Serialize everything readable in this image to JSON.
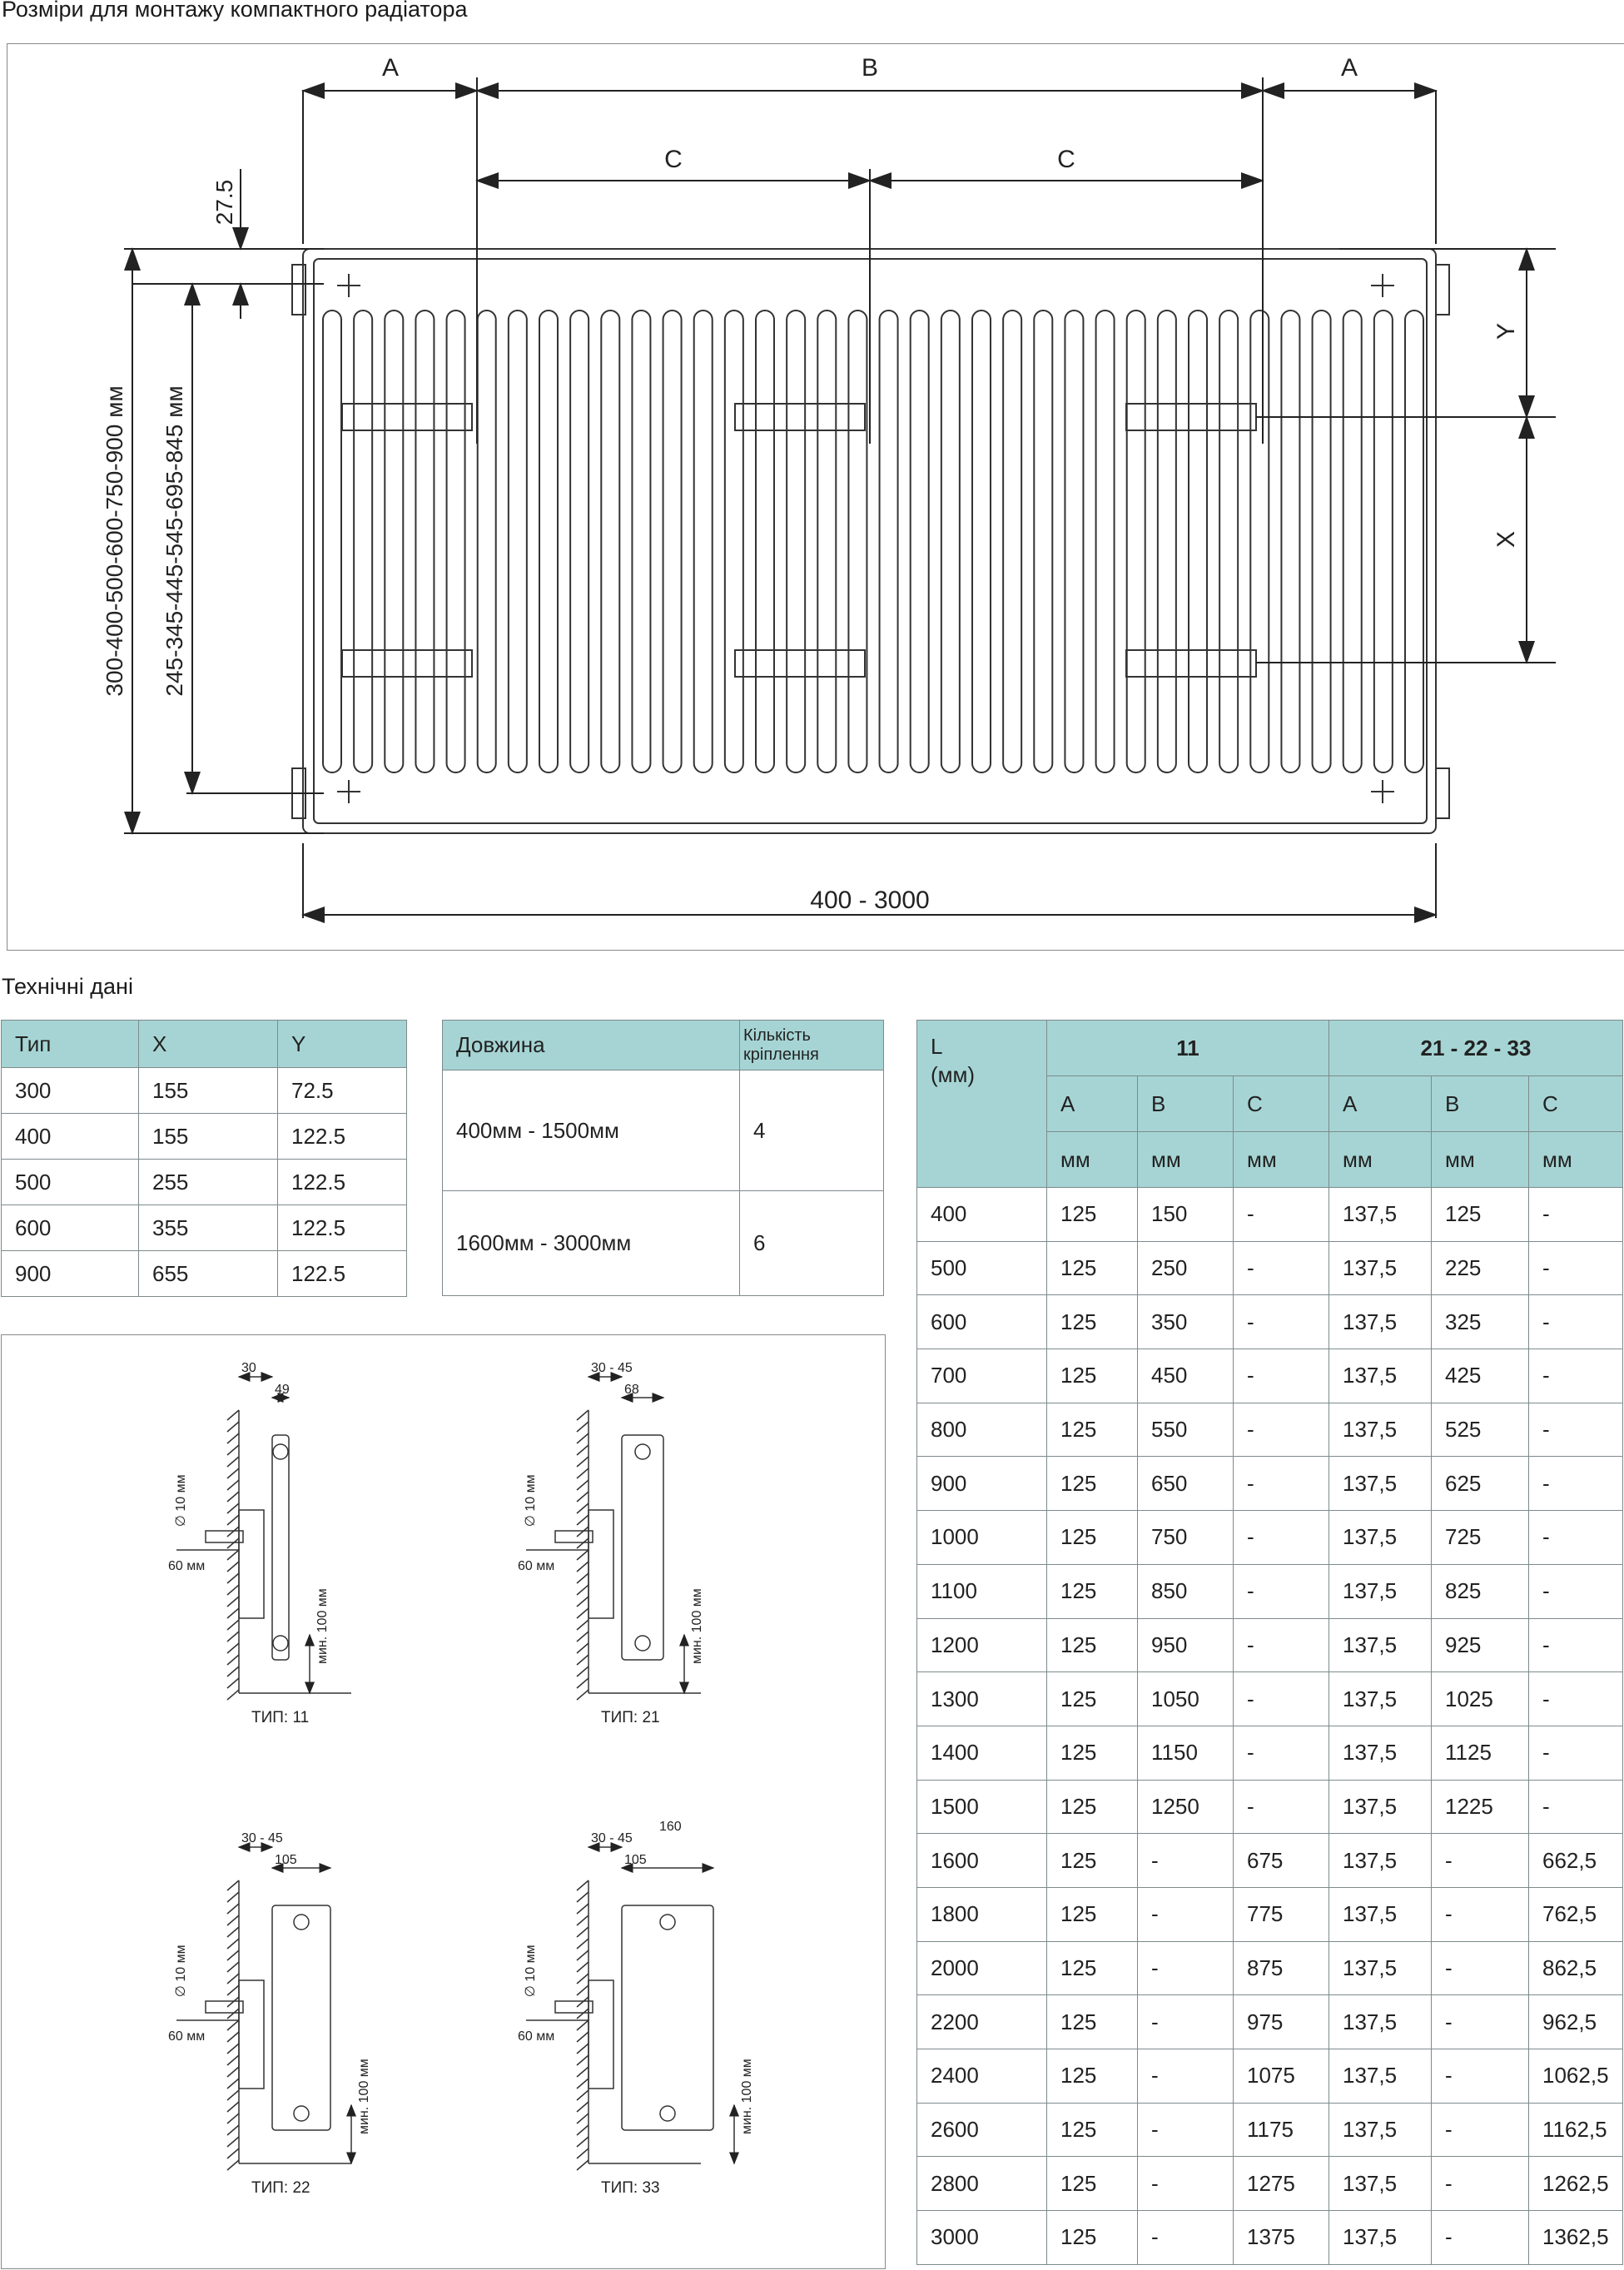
{
  "page": {
    "title": "Розміри для монтажу компактного радіатора",
    "tech_title": "Технічні дані"
  },
  "drawing": {
    "label_a": "A",
    "label_b": "B",
    "label_c": "C",
    "label_x": "X",
    "label_y": "Y",
    "dim_top": "27.5",
    "dim_height": "300-400-500-600-750-900 мм",
    "dim_inner_height": "245-345-445-545-695-845 мм",
    "dim_length": "400 - 3000"
  },
  "xy_table": {
    "headers": [
      "Тип",
      "X",
      "Y"
    ],
    "rows": [
      [
        "300",
        "155",
        "72.5"
      ],
      [
        "400",
        "155",
        "122.5"
      ],
      [
        "500",
        "255",
        "122.5"
      ],
      [
        "600",
        "355",
        "122.5"
      ],
      [
        "900",
        "655",
        "122.5"
      ]
    ]
  },
  "bracket_table": {
    "headers": [
      "Довжина",
      "Кількість кріплення"
    ],
    "rows": [
      [
        "400мм - 1500мм",
        "4"
      ],
      [
        "1600мм - 3000мм",
        "6"
      ]
    ]
  },
  "dims_table": {
    "col_l": "L\n(мм)",
    "group_11": "11",
    "group_21": "21 - 22 - 33",
    "sub": [
      "A",
      "B",
      "C",
      "A",
      "B",
      "C"
    ],
    "units": [
      "мм",
      "мм",
      "мм",
      "мм",
      "мм",
      "мм"
    ],
    "rows": [
      [
        "400",
        "125",
        "150",
        "-",
        "137,5",
        "125",
        "-"
      ],
      [
        "500",
        "125",
        "250",
        "-",
        "137,5",
        "225",
        "-"
      ],
      [
        "600",
        "125",
        "350",
        "-",
        "137,5",
        "325",
        "-"
      ],
      [
        "700",
        "125",
        "450",
        "-",
        "137,5",
        "425",
        "-"
      ],
      [
        "800",
        "125",
        "550",
        "-",
        "137,5",
        "525",
        "-"
      ],
      [
        "900",
        "125",
        "650",
        "-",
        "137,5",
        "625",
        "-"
      ],
      [
        "1000",
        "125",
        "750",
        "-",
        "137,5",
        "725",
        "-"
      ],
      [
        "1100",
        "125",
        "850",
        "-",
        "137,5",
        "825",
        "-"
      ],
      [
        "1200",
        "125",
        "950",
        "-",
        "137,5",
        "925",
        "-"
      ],
      [
        "1300",
        "125",
        "1050",
        "-",
        "137,5",
        "1025",
        "-"
      ],
      [
        "1400",
        "125",
        "1150",
        "-",
        "137,5",
        "1125",
        "-"
      ],
      [
        "1500",
        "125",
        "1250",
        "-",
        "137,5",
        "1225",
        "-"
      ],
      [
        "1600",
        "125",
        "-",
        "675",
        "137,5",
        "-",
        "662,5"
      ],
      [
        "1800",
        "125",
        "-",
        "775",
        "137,5",
        "-",
        "762,5"
      ],
      [
        "2000",
        "125",
        "-",
        "875",
        "137,5",
        "-",
        "862,5"
      ],
      [
        "2200",
        "125",
        "-",
        "975",
        "137,5",
        "-",
        "962,5"
      ],
      [
        "2400",
        "125",
        "-",
        "1075",
        "137,5",
        "-",
        "1062,5"
      ],
      [
        "2600",
        "125",
        "-",
        "1175",
        "137,5",
        "-",
        "1162,5"
      ],
      [
        "2800",
        "125",
        "-",
        "1275",
        "137,5",
        "-",
        "1262,5"
      ],
      [
        "3000",
        "125",
        "-",
        "1375",
        "137,5",
        "-",
        "1362,5"
      ]
    ]
  },
  "sections": [
    {
      "type": "ТИП: 11",
      "dim1": "30",
      "dim2": "49",
      "hole": "∅ 10 мм",
      "depth": "60 мм",
      "min": "мин. 100 мм"
    },
    {
      "type": "ТИП: 21",
      "dim1": "30 - 45",
      "dim2": "68",
      "hole": "∅ 10 мм",
      "depth": "60 мм",
      "min": "мин. 100 мм"
    },
    {
      "type": "ТИП: 22",
      "dim1": "30 - 45",
      "dim2": "105",
      "hole": "∅ 10 мм",
      "depth": "60 мм",
      "min": "мин. 100 мм"
    },
    {
      "type": "ТИП: 33",
      "dim1": "30 - 45",
      "dim2": "105",
      "dim3": "160",
      "hole": "∅ 10 мм",
      "depth": "60 мм",
      "min": "мин. 100 мм"
    }
  ]
}
